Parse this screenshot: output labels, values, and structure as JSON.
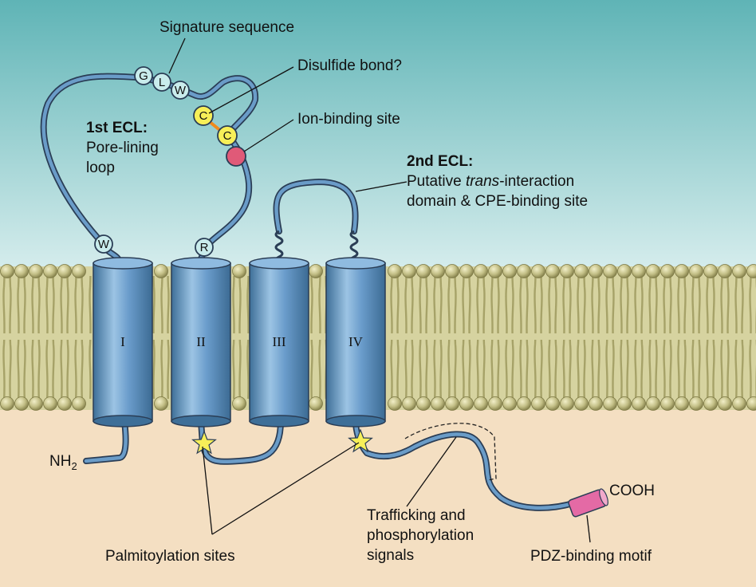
{
  "labels": {
    "signature": "Signature sequence",
    "disulfide": "Disulfide bond?",
    "ion_site": "Ion-binding site",
    "ecl1_title": "1st ECL:",
    "ecl1_line1": "Pore-lining",
    "ecl1_line2": "loop",
    "ecl2_title": "2nd ECL:",
    "ecl2_pre": "Putative ",
    "ecl2_italic": "trans",
    "ecl2_post": "-interaction",
    "ecl2_line2": "domain & CPE-binding site",
    "nh2": "NH",
    "nh2_sub": "2",
    "cooh": "COOH",
    "palmitoylation": "Palmitoylation sites",
    "traffic_line1": "Trafficking and",
    "traffic_line2": "phosphorylation",
    "traffic_line3": "signals",
    "pdz": "PDZ-binding motif"
  },
  "domains": [
    "I",
    "II",
    "III",
    "IV"
  ],
  "residues": {
    "g": "G",
    "l": "L",
    "w_top": "W",
    "c1": "C",
    "c2": "C",
    "w_loop": "W",
    "r_loop": "R"
  },
  "colors": {
    "sky_top": "#5fb4b6",
    "sky_bottom": "#d4ecec",
    "cytoplasm": "#f4dfc2",
    "membrane": "#c9c590",
    "lipid_head": "#c2be85",
    "helix": "#5f93bf",
    "chain": "#6a9cc8",
    "residue": "#c9ecec",
    "cysteine": "#f7ef58",
    "ion_site": "#e05a78",
    "palm_star": "#f7ef58",
    "pdz_motif": "#e46aa5",
    "disulfide_link": "#f08a1c"
  }
}
